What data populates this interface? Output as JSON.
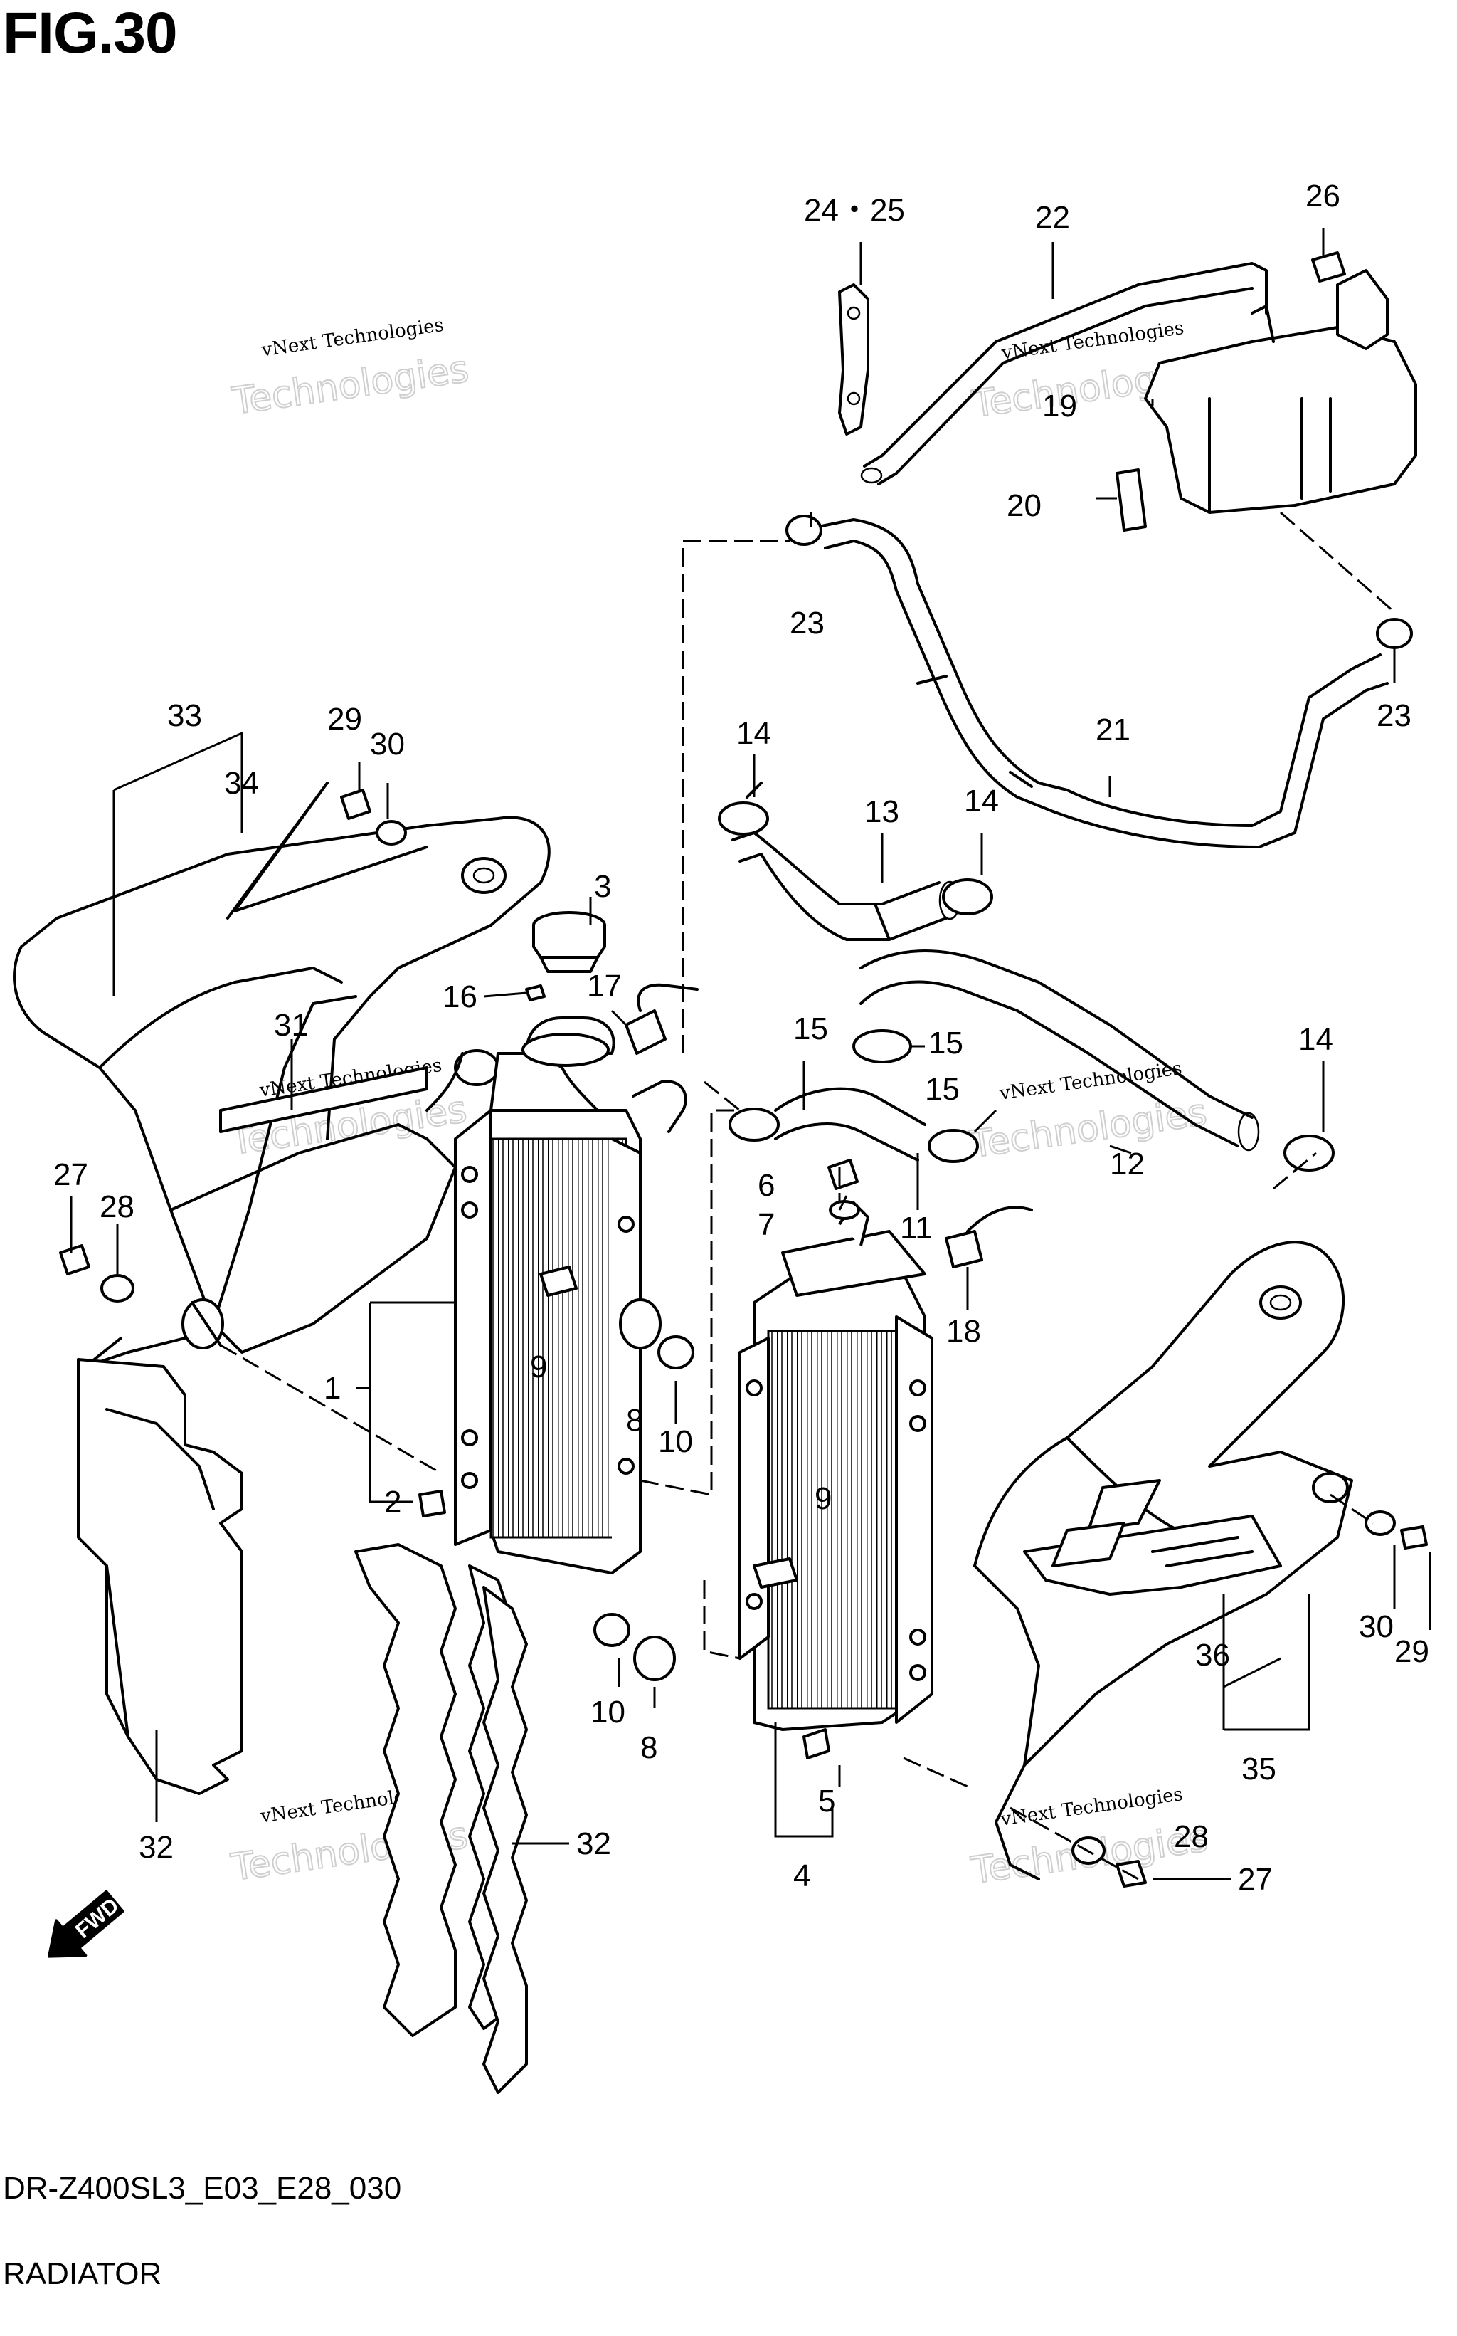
{
  "figure": {
    "title": "FIG.30",
    "diagram_code": "DR-Z400SL3_E03_E28_030",
    "name": "RADIATOR"
  },
  "watermark": {
    "line1": "vNext Technologies",
    "line2": "Technologies"
  },
  "fwd_badge": "FWD",
  "callouts": {
    "c1": "1",
    "c2": "2",
    "c3": "3",
    "c4": "4",
    "c5": "5",
    "c6": "6",
    "c7": "7",
    "c8a": "8",
    "c8b": "8",
    "c9a": "9",
    "c9b": "9",
    "c10a": "10",
    "c10b": "10",
    "c11": "11",
    "c12": "12",
    "c13": "13",
    "c14a": "14",
    "c14b": "14",
    "c14c": "14",
    "c15a": "15",
    "c15b": "15",
    "c15c": "15",
    "c16": "16",
    "c17": "17",
    "c18": "18",
    "c19": "19",
    "c20": "20",
    "c21": "21",
    "c22": "22",
    "c23a": "23",
    "c23b": "23",
    "c24_25": "24・25",
    "c26": "26",
    "c27a": "27",
    "c27b": "27",
    "c28a": "28",
    "c28b": "28",
    "c29a": "29",
    "c29b": "29",
    "c30a": "30",
    "c30b": "30",
    "c31": "31",
    "c32a": "32",
    "c32b": "32",
    "c33": "33",
    "c34": "34",
    "c35": "35",
    "c36": "36"
  }
}
